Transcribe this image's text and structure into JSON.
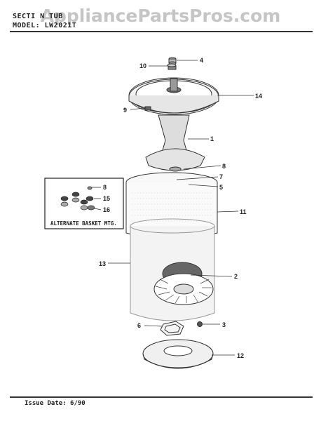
{
  "header": {
    "section_line": "SECTI N  TUB",
    "model_line": "MODEL:  LW2021T",
    "watermark": "AppliancePartsPros.com"
  },
  "footer": {
    "issue_date": "Issue Date: 6/90"
  },
  "inset": {
    "title": "ALTERNATE BASKET MTG."
  },
  "callouts": [
    "4",
    "10",
    "14",
    "9",
    "1",
    "8",
    "7",
    "5",
    "11",
    "13",
    "2",
    "6",
    "3",
    "12",
    "8",
    "15",
    "16"
  ]
}
